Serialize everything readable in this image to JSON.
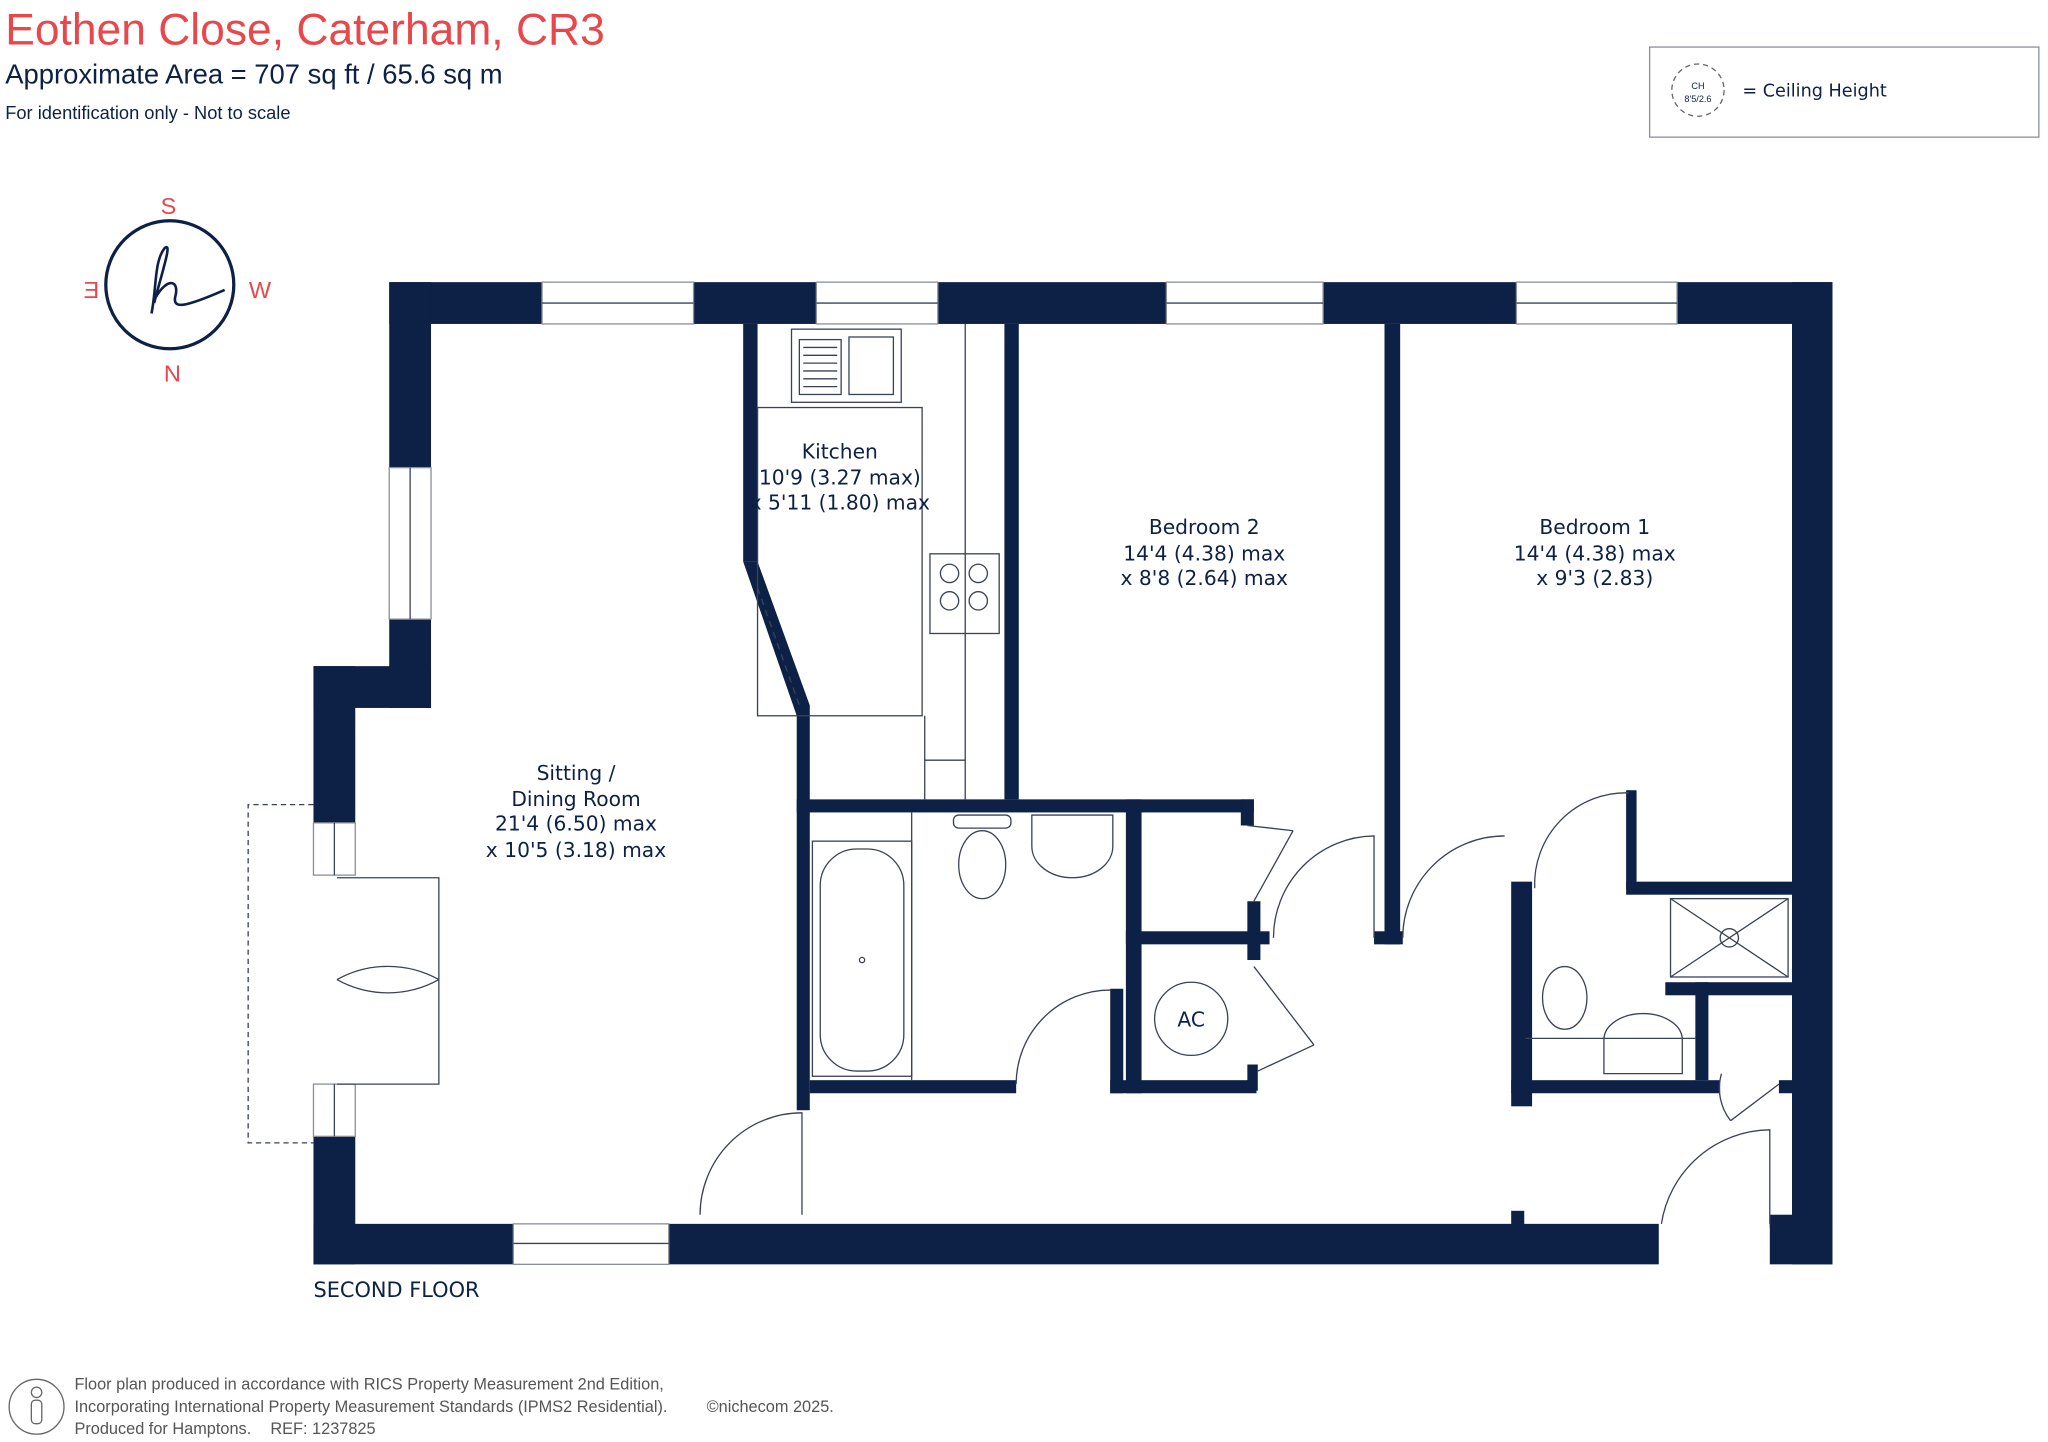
{
  "header": {
    "title": "Eothen Close, Caterham, CR3",
    "area": "Approximate Area = 707 sq ft / 65.6 sq m",
    "note": "For identification only - Not to scale"
  },
  "legend": {
    "symbol_line1": "CH",
    "symbol_line2": "8'5/2.6",
    "label": "= Ceiling Height"
  },
  "compass": {
    "top": "S",
    "bottom": "N",
    "left": "E",
    "right": "W"
  },
  "rooms": {
    "kitchen": [
      "Kitchen",
      "10'9 (3.27 max)",
      "x 5'11 (1.80) max"
    ],
    "bedroom2": [
      "Bedroom 2",
      "14'4 (4.38) max",
      "x 8'8 (2.64) max"
    ],
    "bedroom1": [
      "Bedroom 1",
      "14'4 (4.38) max",
      "x 9'3 (2.83)"
    ],
    "sitting": [
      "Sitting /",
      "Dining Room",
      "21'4 (6.50) max",
      "x 10'5 (3.18) max"
    ],
    "ac": "AC"
  },
  "floor_label": "SECOND FLOOR",
  "footer": {
    "line1": "Floor plan produced in accordance with RICS Property Measurement 2nd Edition,",
    "line2": "Incorporating International Property Measurement Standards (IPMS2 Residential).",
    "copyright": "©nichecom 2025.",
    "line3": "Produced for Hamptons.",
    "ref": "REF: 1237825"
  },
  "colors": {
    "accent": "#e8474c",
    "wall": "#0d2147"
  }
}
